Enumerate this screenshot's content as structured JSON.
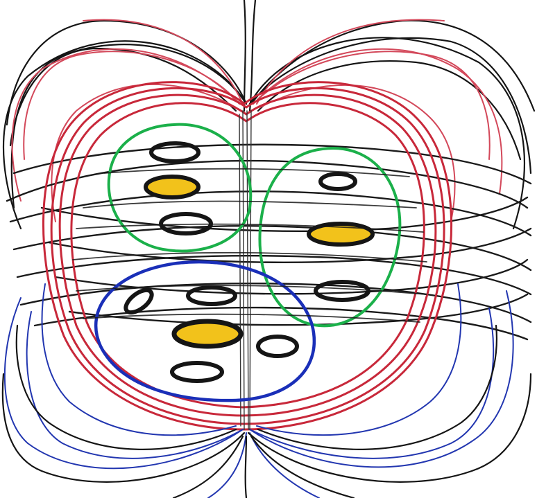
{
  "colors": {
    "background": "#ffffff",
    "black_ink": "#151515",
    "red_ink": "#c8283a",
    "blue_ink": "#1f33a8",
    "green_ink": "#1bb04a",
    "yellow_fill": "#f2c21b"
  },
  "figure": {
    "kind": "hand-drawn marker sketch",
    "outer_field_colors": [
      "black",
      "red",
      "blue"
    ],
    "loops": [
      {
        "color": "green",
        "rings": 3,
        "filled_rings": 1
      },
      {
        "color": "green",
        "rings": 3,
        "filled_rings": 1
      },
      {
        "color": "blue",
        "rings": 5,
        "filled_rings": 1
      }
    ]
  }
}
